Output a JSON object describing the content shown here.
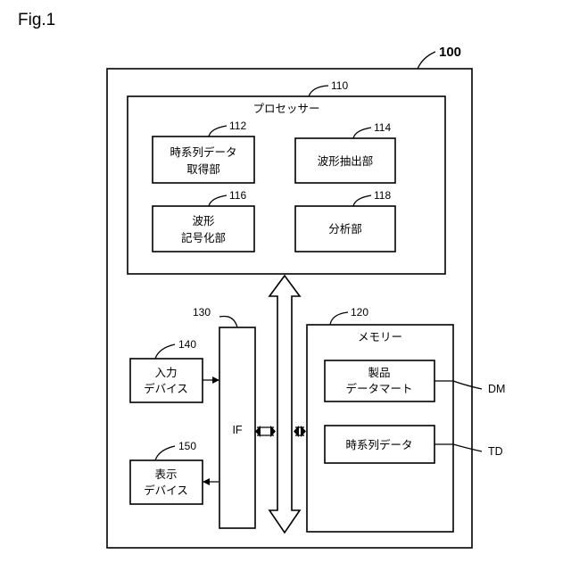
{
  "figure_label": "Fig.1",
  "device": {
    "ref": "100"
  },
  "processor": {
    "ref": "110",
    "label": "プロセッサー"
  },
  "units": {
    "acquisition": {
      "ref": "112",
      "line1": "時系列データ",
      "line2": "取得部"
    },
    "extraction": {
      "ref": "114",
      "label": "波形抽出部"
    },
    "encoding": {
      "ref": "116",
      "line1": "波形",
      "line2": "記号化部"
    },
    "analysis": {
      "ref": "118",
      "label": "分析部"
    }
  },
  "interface": {
    "ref": "130",
    "label": "IF"
  },
  "input_device": {
    "ref": "140",
    "line1": "入力",
    "line2": "デバイス"
  },
  "display_device": {
    "ref": "150",
    "line1": "表示",
    "line2": "デバイス"
  },
  "memory": {
    "ref": "120",
    "label": "メモリー",
    "product_mart": {
      "line1": "製品",
      "line2": "データマート",
      "tag": "DM"
    },
    "timeseries": {
      "label": "時系列データ",
      "tag": "TD"
    }
  }
}
